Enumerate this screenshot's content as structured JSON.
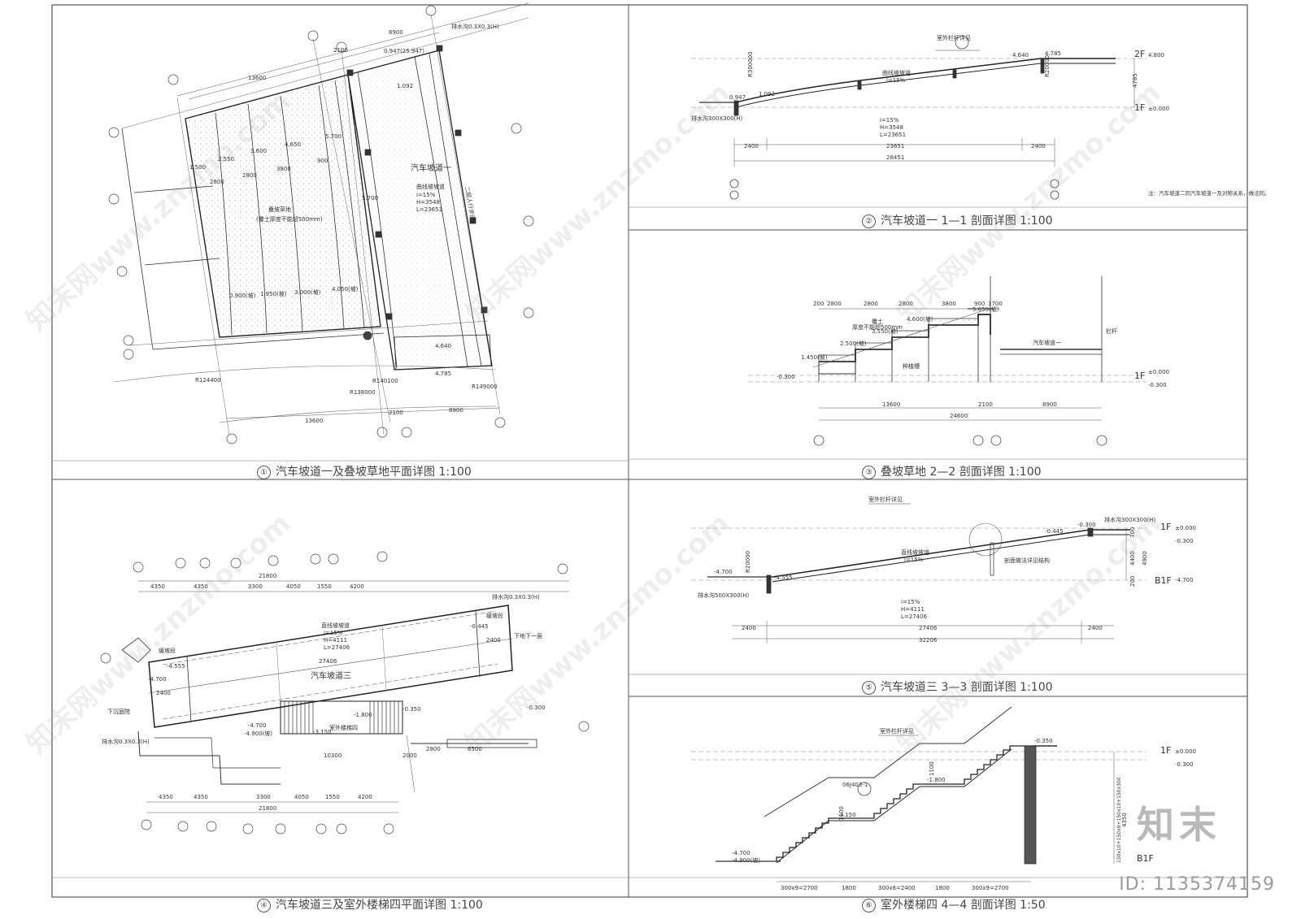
{
  "watermark": "知末网www.znzmo.com",
  "logo": "知末",
  "id_tag": "ID: 1135374159",
  "panels": [
    {
      "num": "①",
      "title": "汽车坡道一及叠坡草地平面详图 1:100"
    },
    {
      "num": "②",
      "title": "汽车坡道一 1—1 剖面详图 1:100"
    },
    {
      "num": "③",
      "title": "叠坡草地 2—2 剖面详图 1:100"
    },
    {
      "num": "④",
      "title": "汽车坡道三及室外楼梯四平面详图 1:100"
    },
    {
      "num": "⑤",
      "title": "汽车坡道三 3—3 剖面详图 1:100"
    },
    {
      "num": "⑥",
      "title": "室外楼梯四 4—4 剖面详图 1:50"
    }
  ],
  "p1": {
    "ramp": "汽车坡道一",
    "curve": "曲线坡坡道",
    "slope": "i=15%",
    "h": "H=3548",
    "l": "L=23651",
    "terrace": "叠坡草地",
    "terrace_note": "(覆土厚度不能超500mm)",
    "walk": "二层人行步道",
    "dims_top": [
      "13600",
      "2100",
      "8900"
    ],
    "dims_bottom": [
      "13600",
      "2100",
      "8900"
    ],
    "r1": "R124400",
    "r2": "R138000",
    "r3": "R149000",
    "r4": "R140100",
    "drain": "排水沟0.3X0.3(H)",
    "elev_top": "0.947(25.947)",
    "elevs": [
      "1.500",
      "2.550",
      "3.600",
      "4.650",
      "5.700",
      "5.700",
      "1.092",
      "0.900(坡)",
      "1.950(坡)",
      "3.000(坡)",
      "4.050(坡)",
      "4.640",
      "4.785"
    ],
    "widths": [
      "2800",
      "2800",
      "3800",
      "900"
    ]
  },
  "p2": {
    "floor2": "2F",
    "e2": "4.800",
    "floor1": "1F",
    "e1": "±0.000",
    "height": "4785",
    "curve": "曲线坡坡道",
    "slope": "i=15%",
    "h": "H=3548",
    "l": "L=23651",
    "e_low": "0.947",
    "e_a": "1.092",
    "e_b": "4.640",
    "e_c": "4.785",
    "dims": [
      "2400",
      "23651",
      "2400"
    ],
    "total": "28451",
    "r_a": "R300000",
    "r_b": "R20000",
    "drain": "排水沟300X300(H)",
    "detail": "室外栏杆详见",
    "note": "注：汽车坡道二同汽车坡道一及对称关系，做法同。"
  },
  "p3": {
    "dims_top": [
      "200",
      "2800",
      "2800",
      "2800",
      "3800",
      "900",
      "1700"
    ],
    "e1": "1.450(坡)",
    "e2": "2.500(坡)",
    "e3": "3.550(坡)",
    "e4": "4.600(坡)",
    "e5": "5.650(坡)",
    "fill": "覆土",
    "fill_note": "厚度不能超500mm",
    "floor1": "1F",
    "e_f1": "±0.000",
    "e_ground": "-0.300",
    "dims_bottom": [
      "13600",
      "2100",
      "8900"
    ],
    "total": "24600",
    "ramp": "汽车坡道一",
    "rail": "栏杆",
    "grass": "种植槽"
  },
  "p4": {
    "ramp": "汽车坡道三",
    "stair": "室外楼梯四",
    "straight": "直线坡坡道",
    "slope": "i=15%",
    "h": "H=4111",
    "l": "L=27406",
    "dims_top": [
      "4350",
      "4350",
      "3300",
      "4050",
      "1550",
      "4200"
    ],
    "total_top": "21800",
    "dims_bottom": [
      "4350",
      "4350",
      "3300",
      "4050",
      "1550",
      "4200"
    ],
    "total_bottom": "21800",
    "run": "27406",
    "w1": "2400",
    "w2": "2400",
    "e_top": "-0.300",
    "e_a": "-0.445",
    "e_b": "-4.555",
    "e_c": "-4.700",
    "e_d": "-1.800",
    "e_e": "-3.150",
    "e_f": "-0.350",
    "e_g": "-4.900(坡)",
    "e_h": "-4.700",
    "down": "下沉庭院",
    "down2": "下地下一层",
    "slow": "缓坡段",
    "drain": "排水沟0.3X0.3(H)",
    "stair_dims": [
      "10300",
      "2000",
      "2800",
      "6500"
    ]
  },
  "p5": {
    "floor1": "1F",
    "e1": "±0.000",
    "e_ground": "-0.300",
    "floorB": "B1F",
    "eB": "-4.700",
    "straight": "直线坡坡道",
    "slope": "i=15%",
    "h": "H=4111",
    "l": "L=27406",
    "e_top": "-0.300",
    "e_a": "-0.445",
    "e_low": "-4.555",
    "e_bot": "-4.700",
    "dims": [
      "2400",
      "27406",
      "2400"
    ],
    "total": "32206",
    "heights": [
      "300",
      "4400",
      "4900",
      "200"
    ],
    "drain_top": "排水沟300X300(H)",
    "drain_bot": "排水沟500X300(H)",
    "r": "R20000",
    "rail": "室外栏杆详见",
    "detail": "剖面做法详见结构"
  },
  "p6": {
    "floor1": "1F",
    "e1": "±0.000",
    "e_ground": "-0.300",
    "floorB": "B1F",
    "e_bot": "-4.700",
    "e_bot2": "-4.900(坡)",
    "e_mid1": "-3.150",
    "e_mid2": "-1.800",
    "e_top": "-0.350",
    "rail_h1": "1100",
    "rail_h2": "1100",
    "height": "4350",
    "dims": [
      "300x9=2700",
      "1800",
      "300x8=2400",
      "1800",
      "300x9=2700"
    ],
    "rail": "室外栏杆详见",
    "ref": "06J403-1",
    "riser_note": "150x10+150x9+150x10+150x300"
  }
}
